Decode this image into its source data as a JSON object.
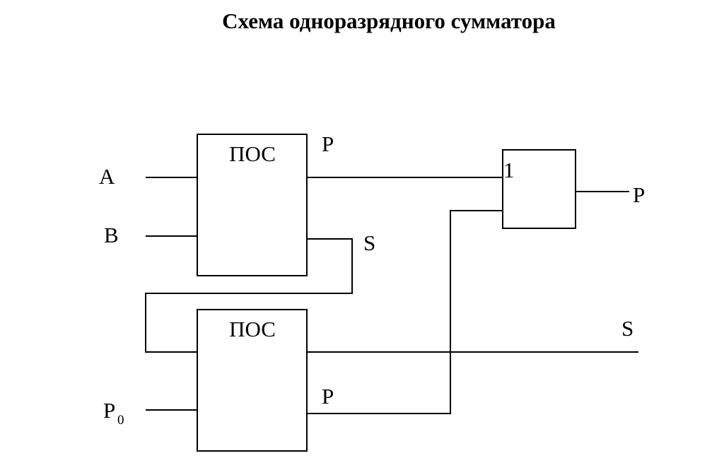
{
  "title": "Схема одноразрядного сумматора",
  "blocks": {
    "half_adder_top": {
      "label": "ПОС",
      "out_carry": "P",
      "out_sum": "S"
    },
    "half_adder_bottom": {
      "label": "ПОС",
      "out_carry": "P"
    },
    "or_gate": {
      "label": "1"
    }
  },
  "inputs": {
    "a": "A",
    "b": "B",
    "p0_main": "P",
    "p0_sub": "0"
  },
  "outputs": {
    "carry": "P",
    "sum": "S"
  }
}
